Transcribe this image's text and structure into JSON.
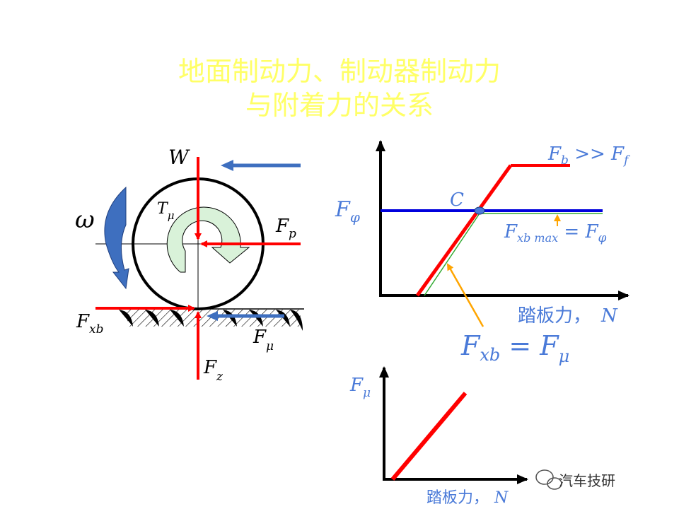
{
  "title": {
    "line1": "地面制动力、制动器制动力",
    "line2": "与附着力的关系"
  },
  "colors": {
    "title": "#ffff66",
    "force_red": "#ff0000",
    "blue_line": "#0000dd",
    "label_blue": "#4a7ad8",
    "arrow_blue": "#3e6fbf",
    "orange": "#ffa500",
    "green": "#33aa33"
  },
  "wheel": {
    "W": "W",
    "T_mu": "T",
    "T_mu_sub": "μ",
    "omega": "ω",
    "F_p": "F",
    "F_p_sub": "p",
    "F_xb": "F",
    "F_xb_sub": "xb",
    "F_mu": "F",
    "F_mu_sub": "μ",
    "F_z": "F",
    "F_z_sub": "z"
  },
  "upper_plot": {
    "F_phi": "F",
    "F_phi_sub": "φ",
    "C": "C",
    "legend_top": {
      "F": "F",
      "b": "b",
      "op": " >> ",
      "F2": "F",
      "f": "f"
    },
    "fxbmax": {
      "F": "F",
      "sub": "xb max",
      "eq": " = ",
      "F2": "F",
      "sub2": "φ"
    },
    "xlabel_cn": "踏板力，",
    "xlabel_N": "N",
    "annot": {
      "F": "F",
      "sub": "xb",
      "eq": " = ",
      "F2": "F",
      "sub2": "μ"
    }
  },
  "lower_plot": {
    "ylabel": "F",
    "ylabel_sub": "μ",
    "xlabel_cn": "踏板力，",
    "xlabel_N": "N"
  },
  "watermark": {
    "icon": "wechat-icon",
    "text": "汽车技研"
  }
}
